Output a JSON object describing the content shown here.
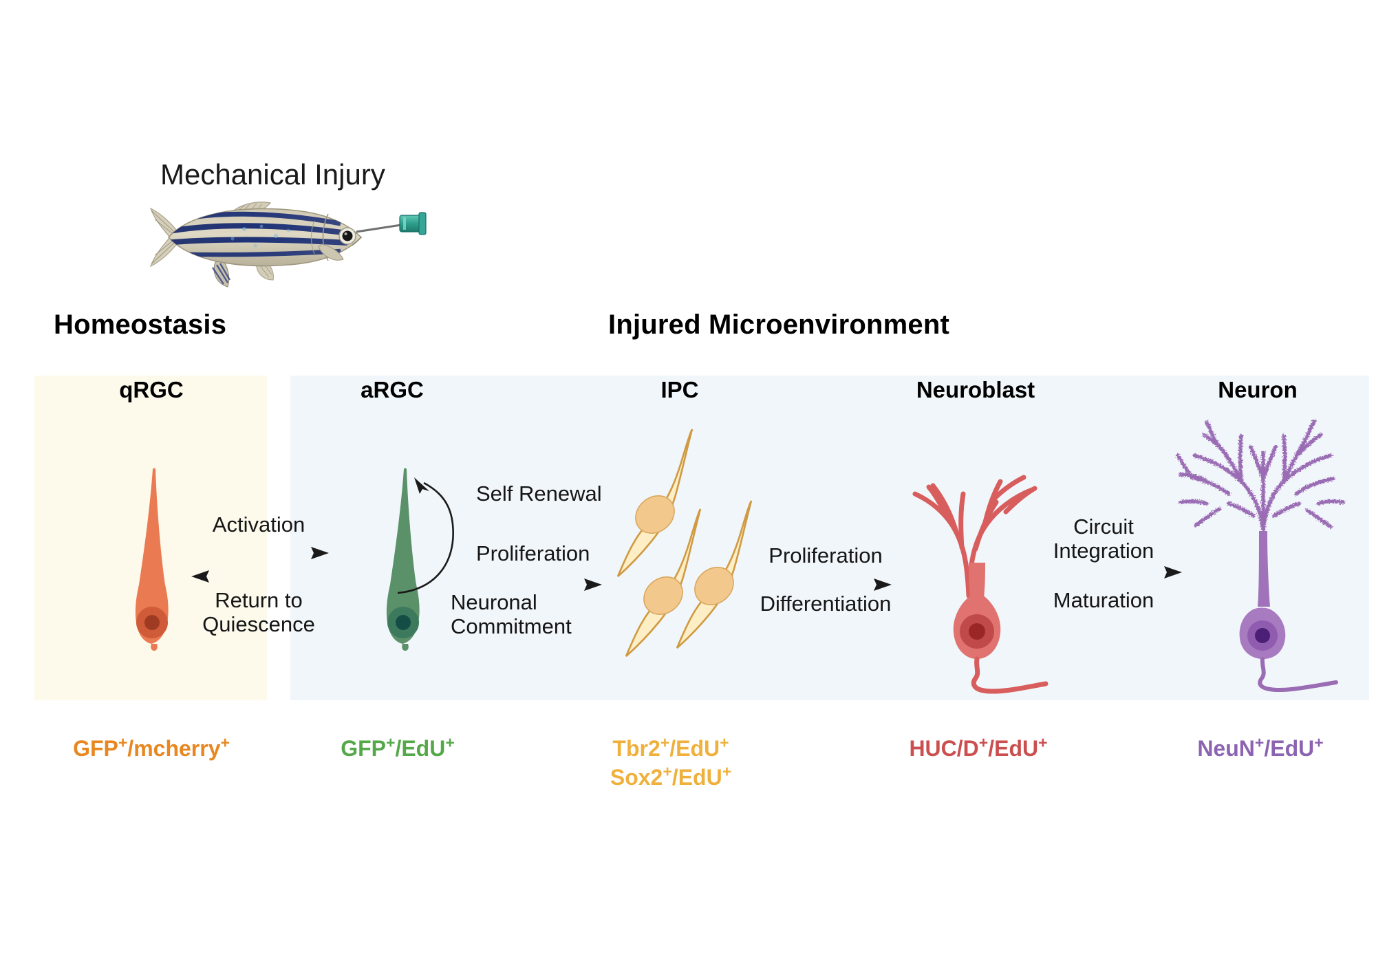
{
  "figure": {
    "injury": {
      "label": "Mechanical Injury",
      "organism_icon": "zebrafish-icon",
      "tool_icon": "syringe-needle-icon"
    },
    "sections": [
      {
        "id": "homeostasis",
        "label": "Homeostasis",
        "bg_color": "#fdfaec"
      },
      {
        "id": "injured",
        "label": "Injured Microenvironment",
        "bg_color": "#f1f6fa"
      }
    ],
    "stages": [
      {
        "id": "qrgc",
        "title": "qRGC",
        "cell_icon": "quiescent-radial-glia-cell-icon",
        "cell_color": "#ea7a52",
        "nucleus_color": "#c4452a",
        "markers": [
          "GFP+/mcherry+"
        ],
        "marker_color": "#e8871f"
      },
      {
        "id": "argc",
        "title": "aRGC",
        "cell_icon": "active-radial-glia-cell-icon",
        "cell_color": "#4e8f62",
        "nucleus_color": "#1d5c4e",
        "markers": [
          "GFP+/EdU+"
        ],
        "marker_color": "#4aa council"
      },
      {
        "id": "ipc",
        "title": "IPC",
        "cell_icon": "intermediate-progenitor-cell-icon",
        "cell_color": "#fbe9bf",
        "nucleus_color": "#f0c480",
        "markers": [
          "Tbr2+/EdU+",
          "Sox2+/EdU+"
        ],
        "marker_color": "#efb03c"
      },
      {
        "id": "neuroblast",
        "title": "Neuroblast",
        "cell_icon": "neuroblast-cell-icon",
        "cell_color": "#d85d5d",
        "nucleus_color": "#a82c2c",
        "markers": [
          "HUC/D+/EdU+"
        ],
        "marker_color": "#cb4f4f"
      },
      {
        "id": "neuron",
        "title": "Neuron",
        "cell_icon": "mature-neuron-cell-icon",
        "cell_color": "#9a6cb4",
        "nucleus_color": "#4e2270",
        "markers": [
          "NeuN+/EdU+"
        ],
        "marker_color": "#8c63b0"
      }
    ],
    "transitions": [
      {
        "id": "activation",
        "label": "Activation",
        "direction": "forward",
        "arrow_icon": "arrow-right-icon"
      },
      {
        "id": "quiescence",
        "label": "Return to\nQuiescence",
        "direction": "reverse",
        "arrow_icon": "arrow-left-icon"
      },
      {
        "id": "self-renewal",
        "label": "Self Renewal",
        "direction": "loop",
        "arrow_icon": "curved-loop-arrow-icon"
      },
      {
        "id": "argc-to-ipc-top",
        "label": "Proliferation",
        "direction": "forward",
        "arrow_icon": "arrow-right-icon"
      },
      {
        "id": "argc-to-ipc-bottom",
        "label": "Neuronal\nCommitment",
        "direction": "forward",
        "arrow_icon": "arrow-right-icon"
      },
      {
        "id": "ipc-to-nb-top",
        "label": "Proliferation",
        "direction": "forward",
        "arrow_icon": "arrow-right-icon"
      },
      {
        "id": "ipc-to-nb-bottom",
        "label": "Differentiation",
        "direction": "forward",
        "arrow_icon": "arrow-right-icon"
      },
      {
        "id": "nb-to-neuron-top",
        "label": "Circuit\nIntegration",
        "direction": "forward",
        "arrow_icon": "arrow-right-icon"
      },
      {
        "id": "nb-to-neuron-bottom",
        "label": "Maturation",
        "direction": "forward",
        "arrow_icon": "arrow-right-icon"
      }
    ],
    "labels": {
      "activation": "Activation",
      "return_line1": "Return to",
      "return_line2": "Quiescence",
      "self_renewal": "Self Renewal",
      "proliferation": "Proliferation",
      "neuronal_line1": "Neuronal",
      "neuronal_line2": "Commitment",
      "proliferation2": "Proliferation",
      "differentiation": "Differentiation",
      "circuit_line1": "Circuit",
      "circuit_line2": "Integration",
      "maturation": "Maturation"
    },
    "markers_text": {
      "qrgc_1": "GFP",
      "qrgc_2": "/mcherry",
      "argc_1": "GFP",
      "argc_2": "/EdU",
      "ipc_a1": "Tbr2",
      "ipc_a2": "/EdU",
      "ipc_b1": "Sox2",
      "ipc_b2": "/EdU",
      "nb_1": "HUC/D",
      "nb_2": "/EdU",
      "neuron_1": "NeuN",
      "neuron_2": "/EdU",
      "plus": "+"
    },
    "colors": {
      "marker_orange": "#e8871f",
      "marker_green": "#55a84a",
      "marker_yellow": "#efb03c",
      "marker_red": "#cb4f4f",
      "marker_purple": "#8c63b0",
      "panel_cream": "#fdfaec",
      "panel_blue": "#f1f6fa",
      "arrow_black": "#1a1a1a"
    }
  }
}
